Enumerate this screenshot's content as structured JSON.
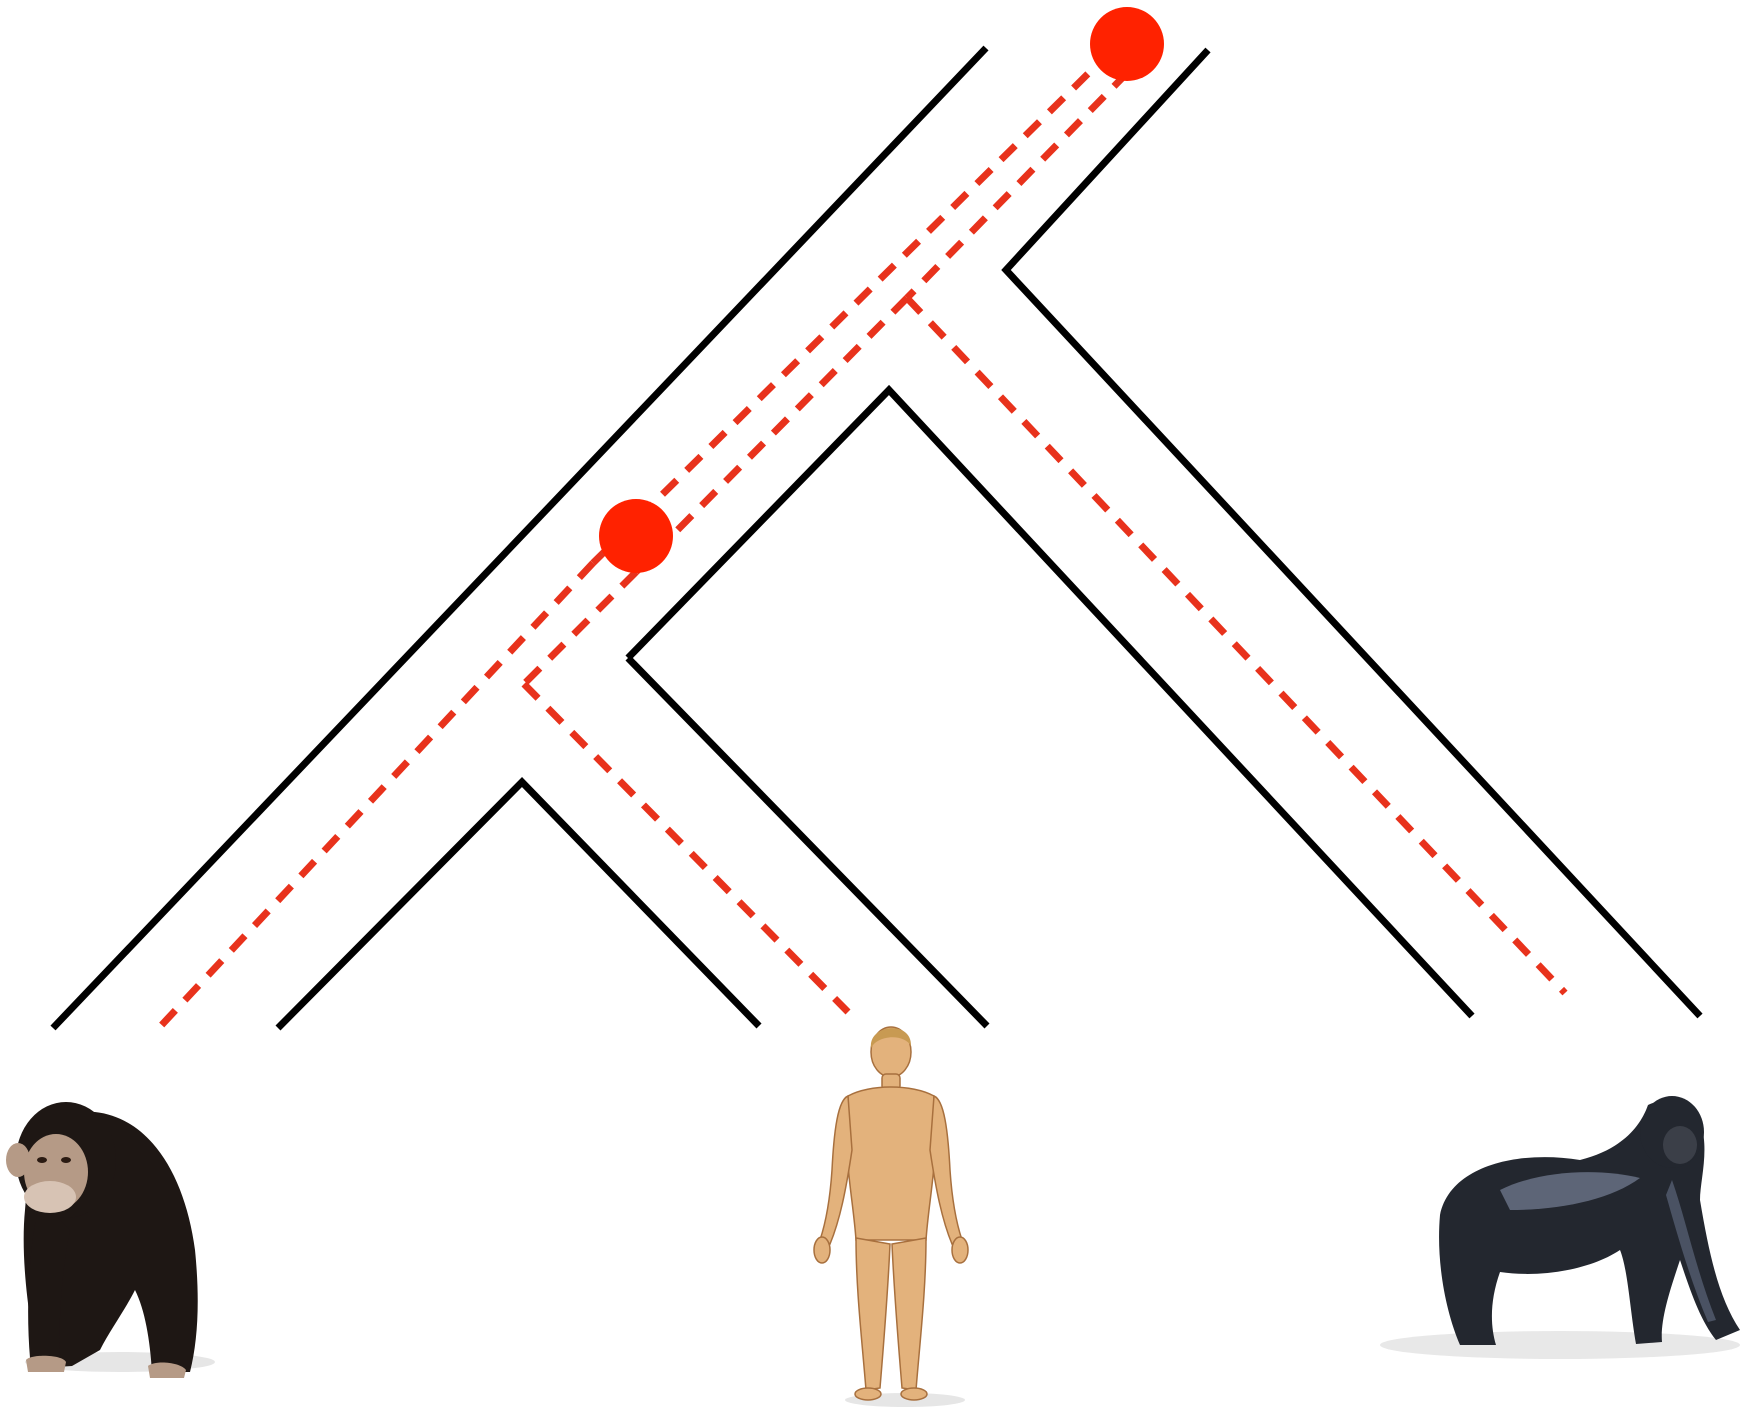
{
  "diagram": {
    "kind": "phylogenetic-tree-with-gene-tree",
    "species": [
      {
        "id": "chimpanzee",
        "icon": "chimpanzee-icon"
      },
      {
        "id": "human",
        "icon": "human-icon"
      },
      {
        "id": "gorilla",
        "icon": "gorilla-icon"
      }
    ],
    "colors": {
      "species_tree_outline": "#000000",
      "gene_tree_line": "#e8321c",
      "event_marker": "#ff2200",
      "chimp_fur": "#1e1714",
      "chimp_skin": "#b59a86",
      "human_skin": "#e3b27c",
      "human_outline": "#a8703e",
      "gorilla_fur": "#23272f",
      "gorilla_highlight": "#5d6577",
      "background": "#ffffff"
    },
    "event_markers": 2
  }
}
